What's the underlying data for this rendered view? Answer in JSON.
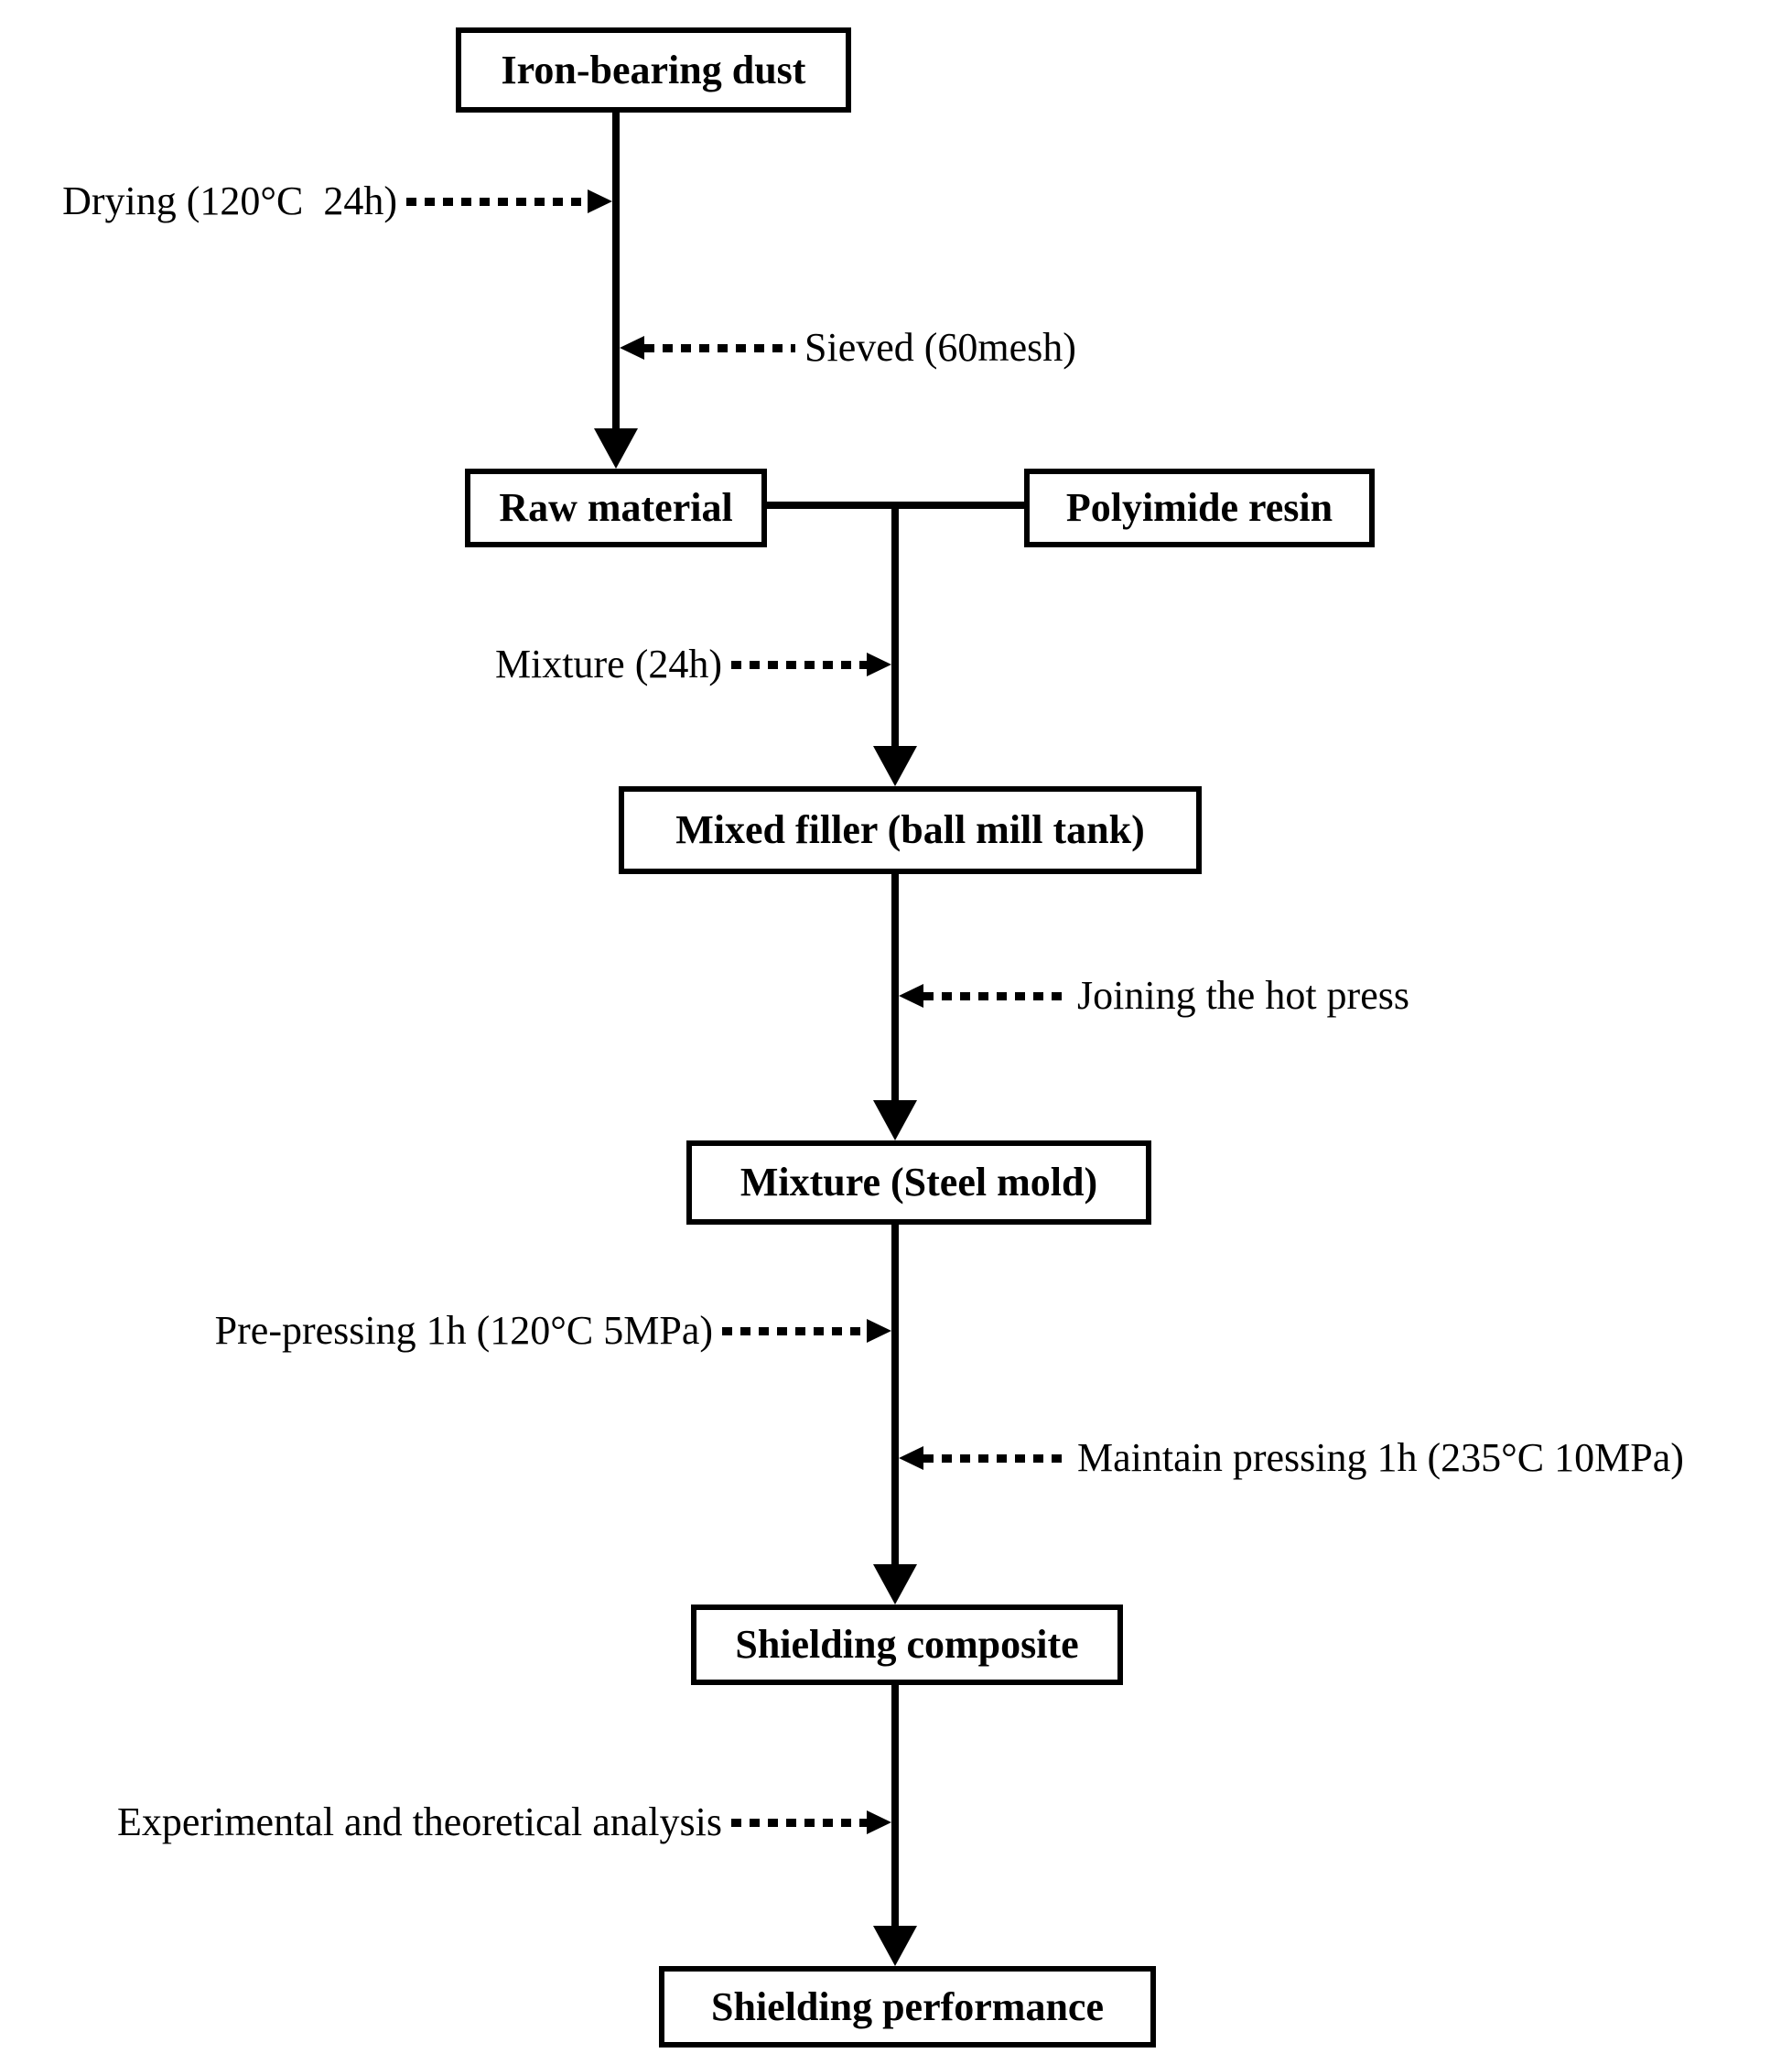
{
  "diagram": {
    "title": "Shielding composite preparation flowchart",
    "colors": {
      "line": "#000000",
      "background": "#ffffff",
      "box_fill": "#ffffff",
      "text": "#000000"
    },
    "nodes": {
      "iron_bearing_dust": {
        "label": "Iron-bearing dust"
      },
      "raw_material": {
        "label": "Raw material"
      },
      "polyimide_resin": {
        "label": "Polyimide resin"
      },
      "mixed_filler": {
        "label": "Mixed filler (ball mill tank)"
      },
      "mixture_steel_mold": {
        "label": "Mixture (Steel mold)"
      },
      "shielding_composite": {
        "label": "Shielding composite"
      },
      "shielding_performance": {
        "label": "Shielding performance"
      }
    },
    "annotations": {
      "drying": {
        "label": "Drying (120°C  24h)",
        "side": "left",
        "arrow": "dotted-right"
      },
      "sieved": {
        "label": "Sieved (60mesh)",
        "side": "right",
        "arrow": "dotted-left"
      },
      "mixture_24h": {
        "label": "Mixture (24h)",
        "side": "left",
        "arrow": "dotted-right"
      },
      "joining_hot_press": {
        "label": "Joining the hot press",
        "side": "right",
        "arrow": "dotted-left"
      },
      "pre_pressing": {
        "label": "Pre-pressing 1h (120°C 5MPa)",
        "side": "left",
        "arrow": "dotted-right"
      },
      "maintain_pressing": {
        "label": "Maintain pressing 1h (235°C 10MPa)",
        "side": "right",
        "arrow": "dotted-left"
      },
      "experimental_analysis": {
        "label": "Experimental and theoretical analysis",
        "side": "left",
        "arrow": "dotted-right"
      }
    }
  }
}
